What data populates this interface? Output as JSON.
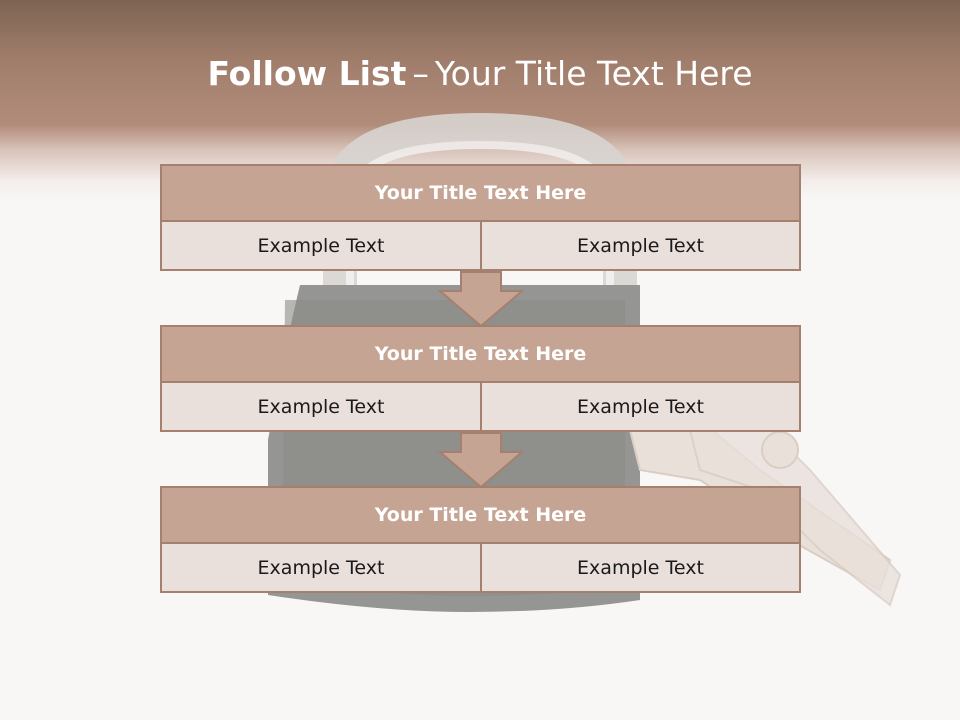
{
  "slide": {
    "title_bold": "Follow List",
    "title_dash": "–",
    "title_rest": "Your Title Text Here"
  },
  "steps": [
    {
      "title": "Your Title Text Here",
      "left": "Example Text",
      "right": "Example Text"
    },
    {
      "title": "Your Title Text Here",
      "left": "Example Text",
      "right": "Example Text"
    },
    {
      "title": "Your Title Text Here",
      "left": "Example Text",
      "right": "Example Text"
    }
  ],
  "colors": {
    "header": "#a07d6b",
    "box_title": "#c6a493",
    "box_cell": "#e9dfdb",
    "border": "#a5806f",
    "background": "#f9f7f6"
  }
}
